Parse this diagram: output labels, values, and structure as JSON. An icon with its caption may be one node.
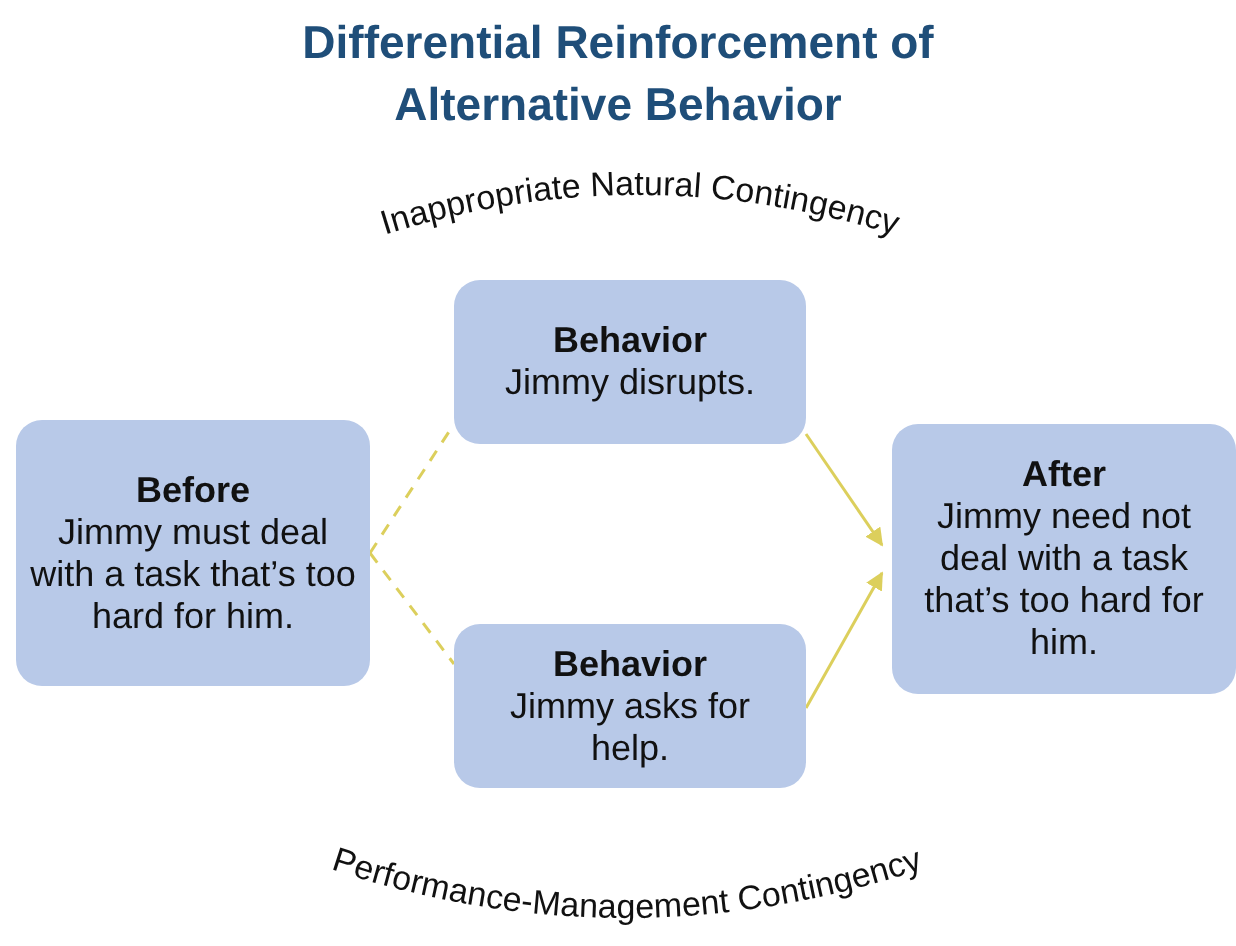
{
  "diagram": {
    "title": "Differential Reinforcement of Alternative Behavior",
    "nodes": [
      {
        "text": [
          "Before",
          "Jimmy must deal with a task that’s too hard for him."
        ]
      },
      {
        "text": [
          "Behavior",
          "Jimmy disrupts."
        ]
      },
      {
        "text": [
          "Behavior",
          "Jimmy asks for help."
        ]
      },
      {
        "text": [
          "After",
          "Jimmy need not deal with a task that’s too hard for him."
        ]
      }
    ],
    "edges": [
      {
        "from": 0,
        "to": 1,
        "arrow": "none",
        "style": "dashed"
      },
      {
        "from": 0,
        "to": 2,
        "arrow": "none",
        "style": "dashed"
      },
      {
        "from": 1,
        "to": 3,
        "arrow": "to"
      },
      {
        "from": 2,
        "to": 3,
        "arrow": "to"
      }
    ],
    "labels": [
      "Inappropriate Natural Contingency",
      "Performance-Management Contingency"
    ]
  }
}
